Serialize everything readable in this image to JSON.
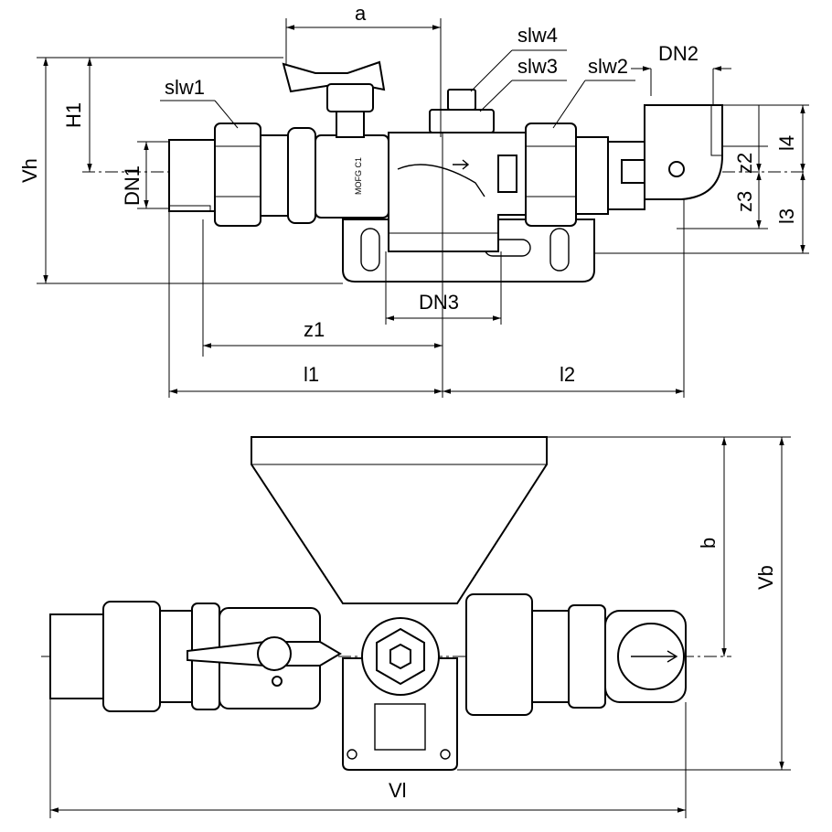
{
  "drawing": {
    "side_view": {
      "labels": {
        "a": "a",
        "slw4": "slw4",
        "slw3": "slw3",
        "slw1": "slw1",
        "slw2": "slw2",
        "dn2": "DN2",
        "h1": "H1",
        "vh": "Vh",
        "dn1": "DN1",
        "l4": "l4",
        "z2": "z2",
        "z3": "z3",
        "l3": "l3",
        "dn3": "DN3",
        "z1": "z1",
        "l1": "l1",
        "l2": "l2"
      },
      "valve_marking": "MOFG C1"
    },
    "top_view": {
      "labels": {
        "b": "b",
        "vb": "Vb",
        "vl": "Vl"
      }
    }
  }
}
